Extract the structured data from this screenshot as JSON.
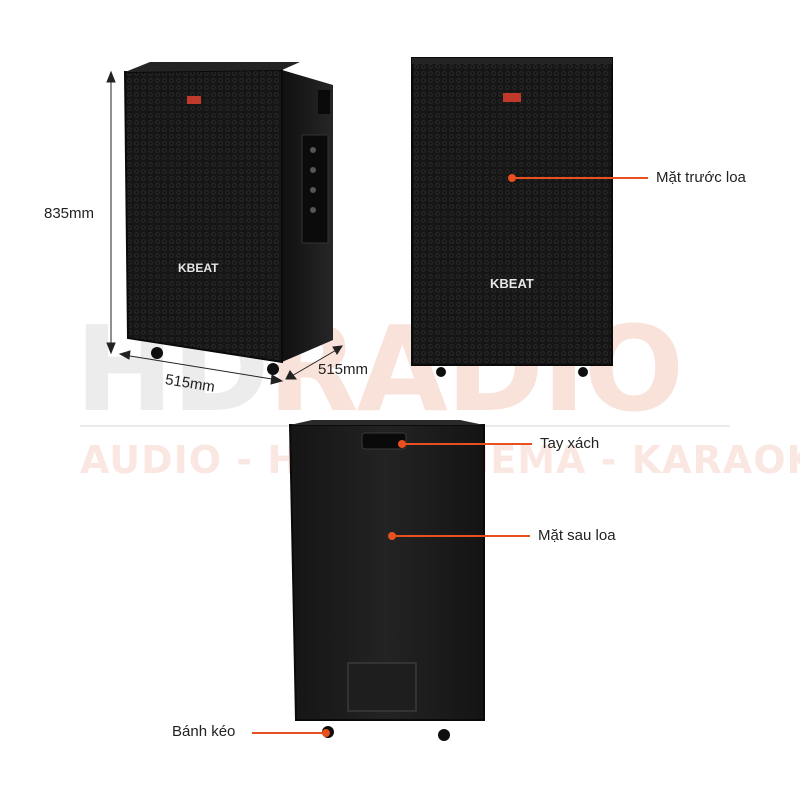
{
  "watermark": {
    "brand_hd": "HD",
    "brand_radio": "RADIO",
    "tagline": "AUDIO - HOME CINEMA - KARAOKE"
  },
  "speaker": {
    "logo_text": "KBEAT"
  },
  "dimensions": {
    "height": "835mm",
    "width": "515mm",
    "depth": "515mm"
  },
  "callouts": {
    "front": "Mặt trước loa",
    "handle": "Tay xách",
    "back": "Mặt sau loa",
    "wheels": "Bánh kéo"
  },
  "colors": {
    "accent": "#e8501e",
    "cabinet": "#1b1b1b"
  }
}
